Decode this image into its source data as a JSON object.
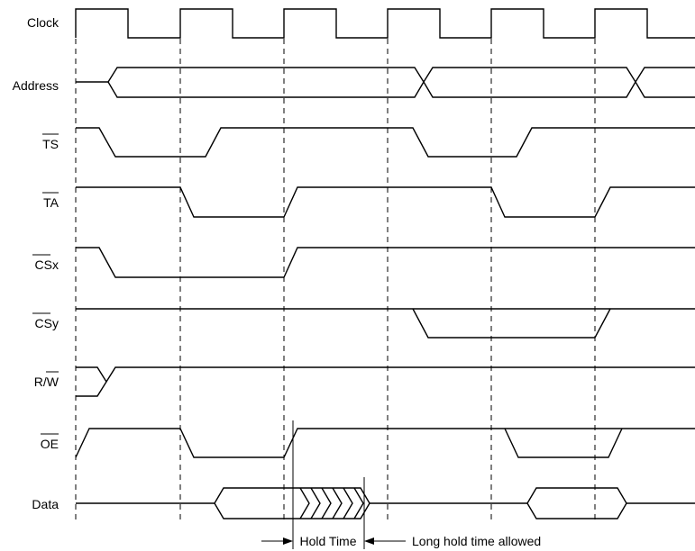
{
  "signals": [
    {
      "key": "clock",
      "label": "Clock"
    },
    {
      "key": "address",
      "label": "Address"
    },
    {
      "key": "ts",
      "label": "TS",
      "overbar": true
    },
    {
      "key": "ta",
      "label": "TA",
      "overbar": true
    },
    {
      "key": "csx",
      "label": "CSx",
      "overbar_part": "CS",
      "suffix": "x"
    },
    {
      "key": "csy",
      "label": "CSy",
      "overbar_part": "CS",
      "suffix": "y"
    },
    {
      "key": "rw",
      "label": "R/W",
      "overbar_part": "W",
      "prefix": "R/"
    },
    {
      "key": "oe",
      "label": "OE",
      "overbar": true
    },
    {
      "key": "data",
      "label": "Data"
    }
  ],
  "annotations": {
    "hold_time": "Hold Time",
    "long_hold": "Long hold time allowed"
  }
}
